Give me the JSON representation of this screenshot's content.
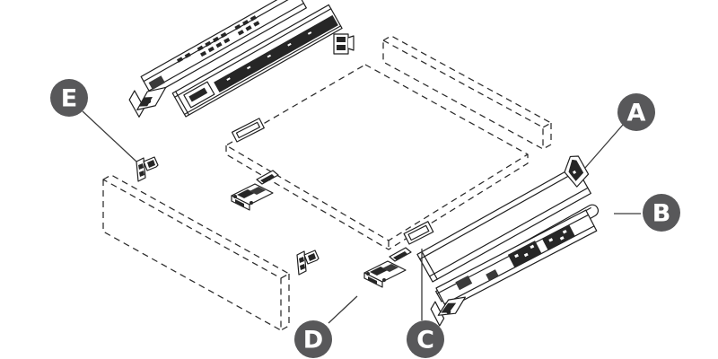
{
  "diagram": {
    "kind": "drawer-slide-exploded-parts-diagram",
    "callouts": [
      {
        "id": "A",
        "label": "A"
      },
      {
        "id": "B",
        "label": "B"
      },
      {
        "id": "C",
        "label": "C"
      },
      {
        "id": "D",
        "label": "D"
      },
      {
        "id": "E",
        "label": "E"
      }
    ]
  },
  "colors": {
    "badge_bg": "#58585a",
    "badge_text": "#ffffff",
    "line": "#1f1f1f",
    "dashed_line": "#2b2b2b",
    "background": "#ffffff"
  }
}
